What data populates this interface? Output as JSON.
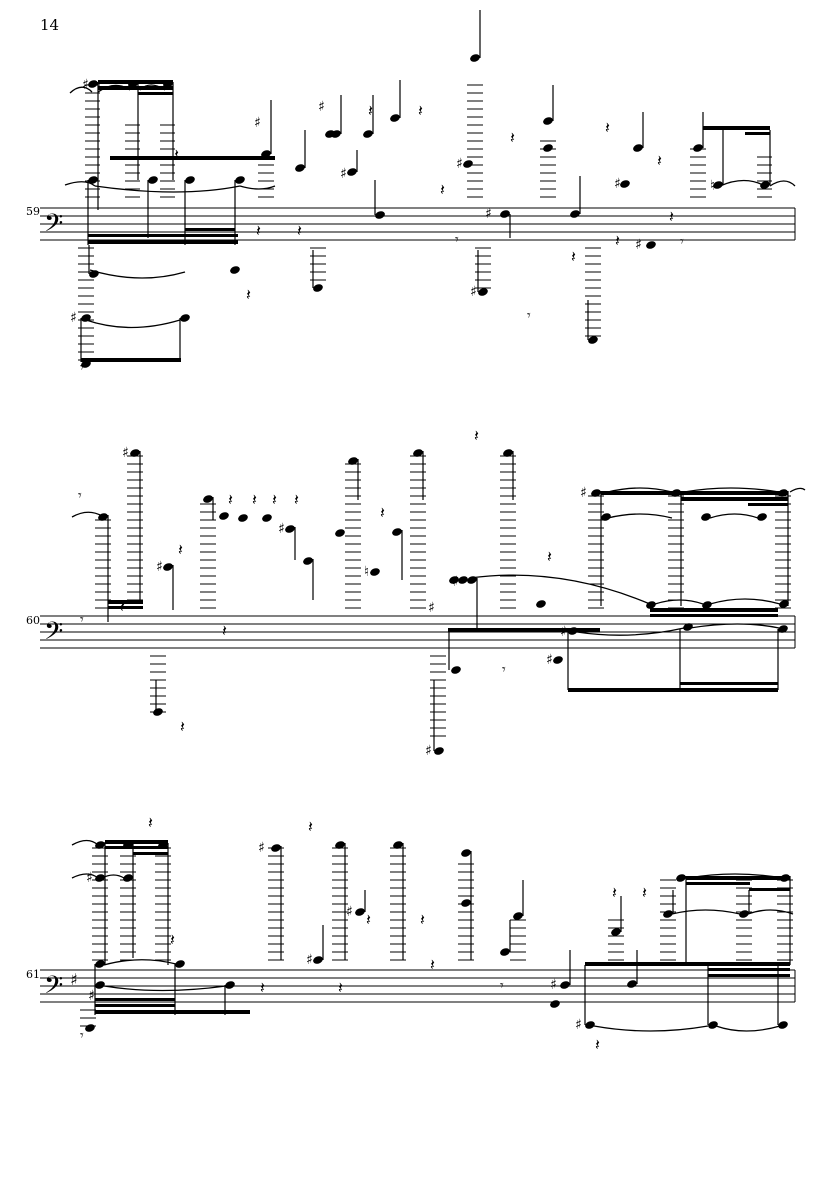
{
  "page": {
    "number": "14"
  },
  "systems": [
    {
      "measure_number": "59",
      "clef": "bass",
      "key_signature": ""
    },
    {
      "measure_number": "60",
      "clef": "bass",
      "key_signature": ""
    },
    {
      "measure_number": "61",
      "clef": "bass",
      "key_signature": "F-sharp"
    }
  ],
  "glyphs": {
    "bass_clef": "𝄢",
    "sharp": "♯",
    "natural": "♮",
    "quarter_rest": "𝄽",
    "eighth_rest": "𝄾"
  }
}
